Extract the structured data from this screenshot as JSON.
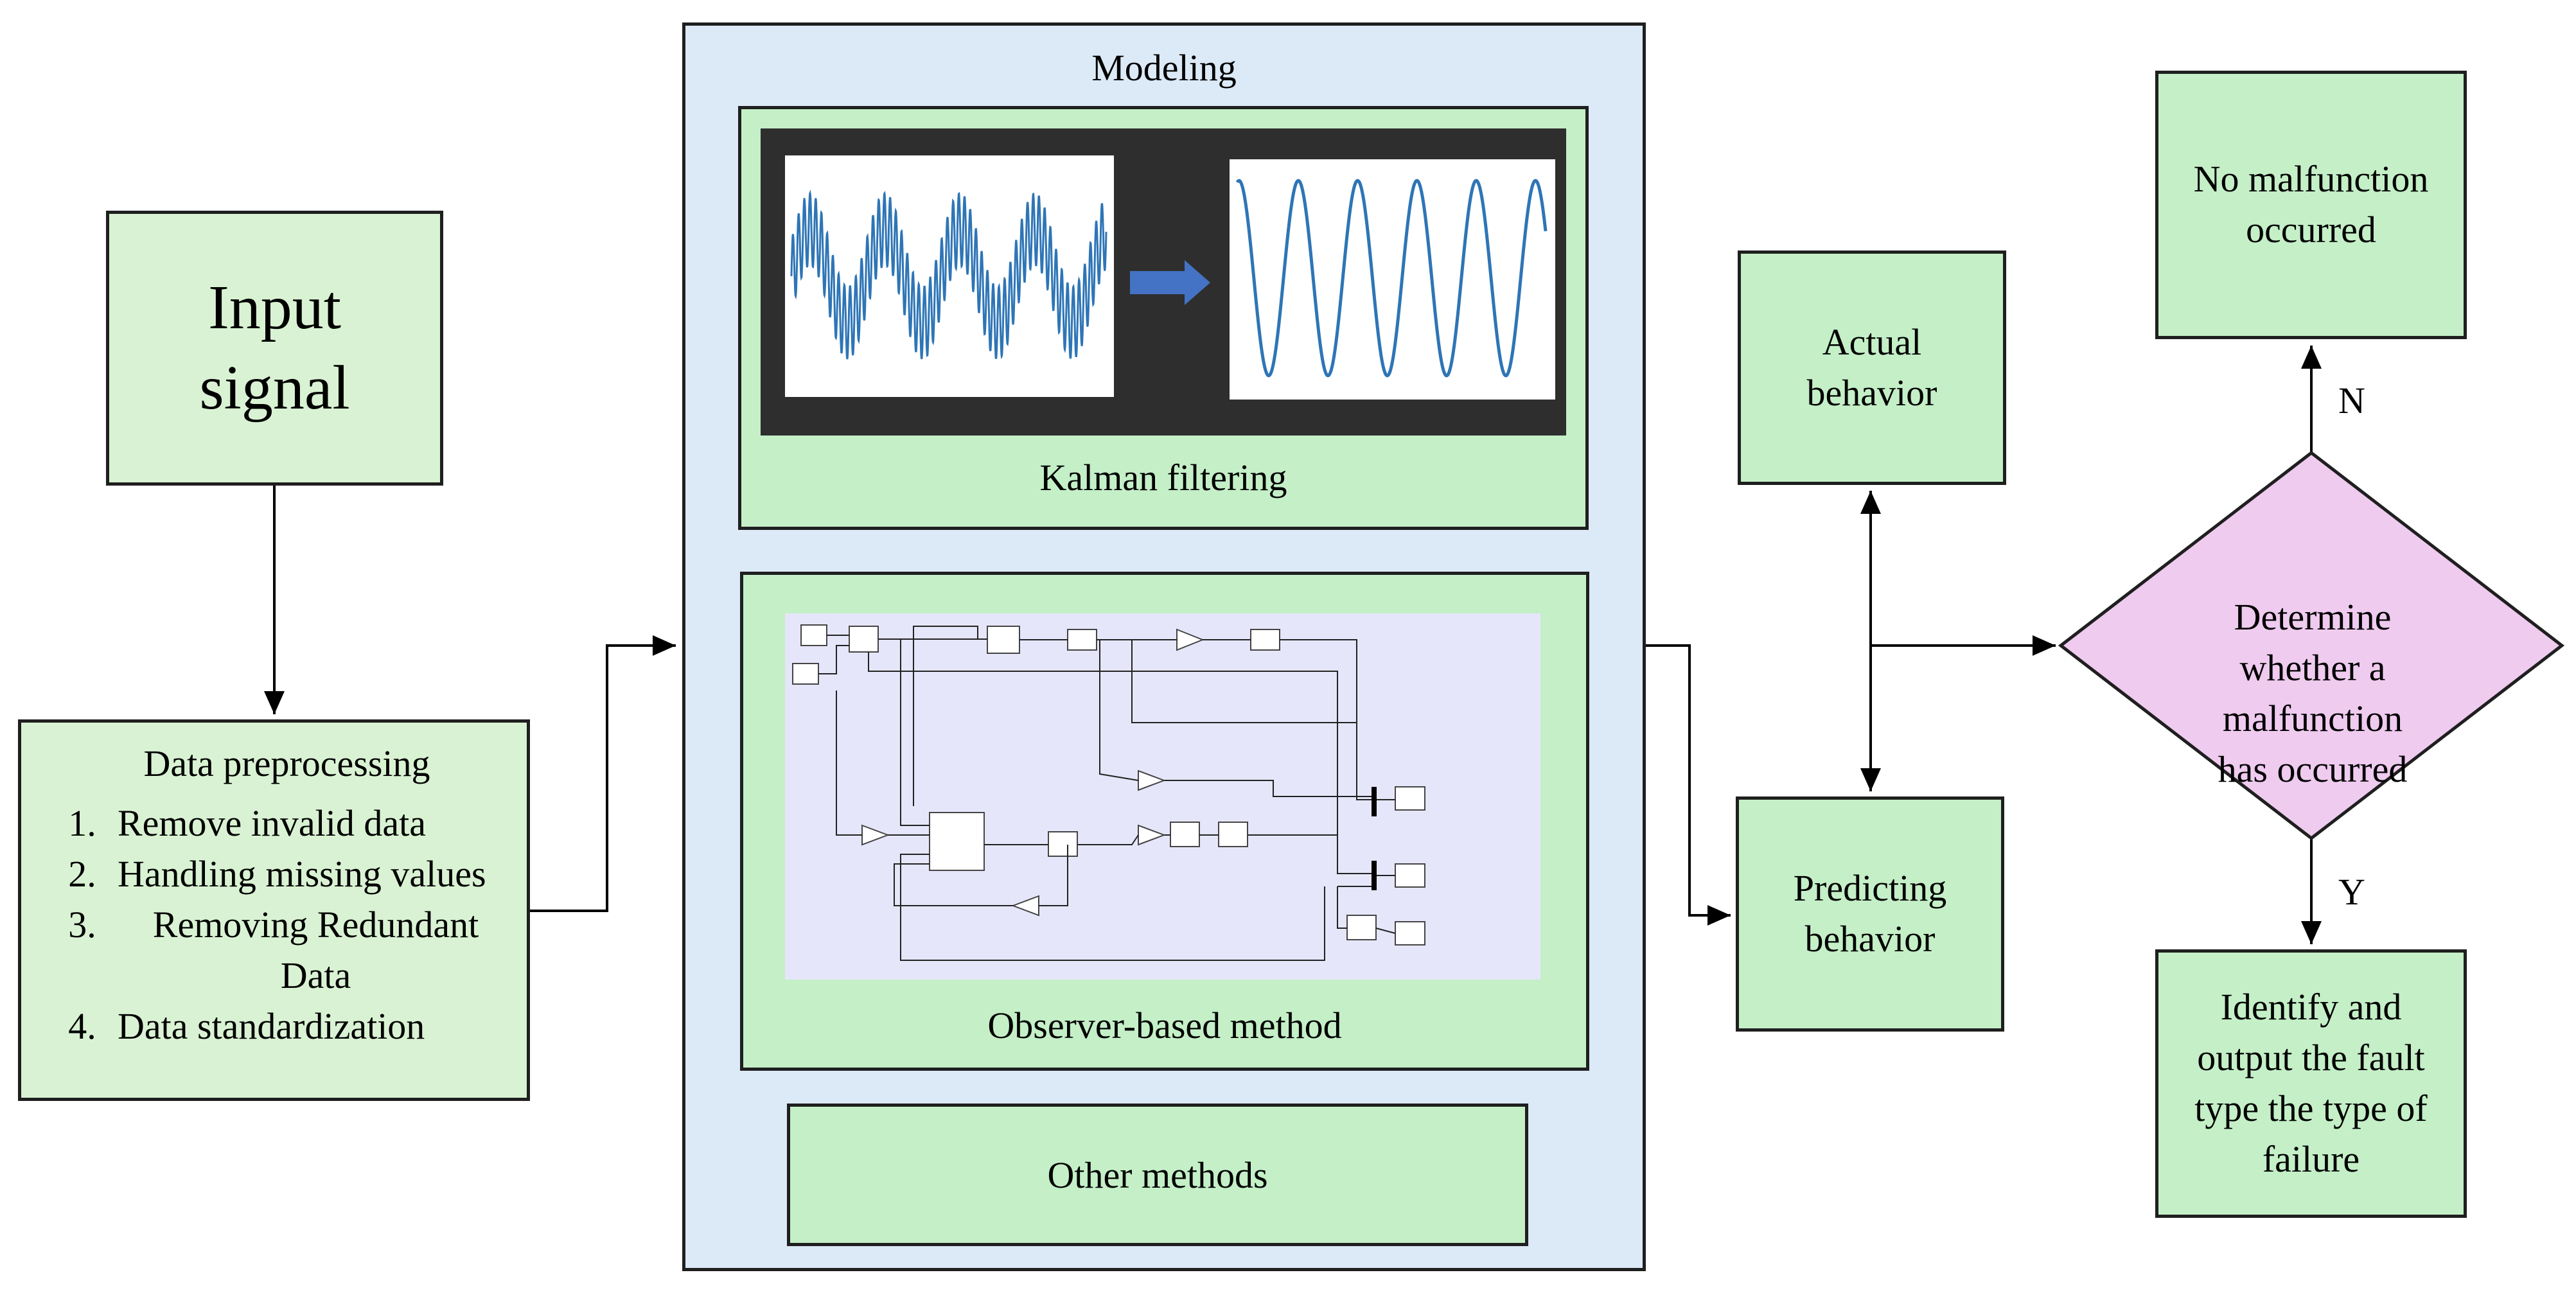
{
  "input_signal": {
    "label_line1": "Input",
    "label_line2": "signal"
  },
  "preprocessing": {
    "title": "Data preprocessing",
    "items": [
      {
        "num": "1.",
        "text": "Remove invalid data"
      },
      {
        "num": "2.",
        "text": "Handling missing values"
      },
      {
        "num": "3.",
        "text": "Removing Redundant Data"
      },
      {
        "num": "4.",
        "text": "Data standardization"
      }
    ]
  },
  "modeling": {
    "title": "Modeling",
    "kalman_label": "Kalman filtering",
    "observer_label": "Observer-based method",
    "other_label": "Other methods"
  },
  "actual_behavior": {
    "line1": "Actual",
    "line2": "behavior"
  },
  "predicting_behavior": {
    "line1": "Predicting",
    "line2": "behavior"
  },
  "decision": {
    "line1": "Determine",
    "line2": "whether a",
    "line3": "malfunction",
    "line4": "has occurred"
  },
  "no_malfunction": {
    "line1": "No malfunction",
    "line2": "occurred"
  },
  "identify_fault": {
    "line1": "Identify and",
    "line2": "output the fault",
    "line3": "type the type of",
    "line4": "failure"
  },
  "edges": {
    "no": "N",
    "yes": "Y"
  },
  "colors": {
    "box_green": "#d9f2d3",
    "panel_green": "#c4efc7",
    "modeling_blue": "#dce9f6",
    "decision_pink": "#efcbef",
    "signal_blue": "#2e75b6",
    "arrow_blue": "#4472c4"
  }
}
